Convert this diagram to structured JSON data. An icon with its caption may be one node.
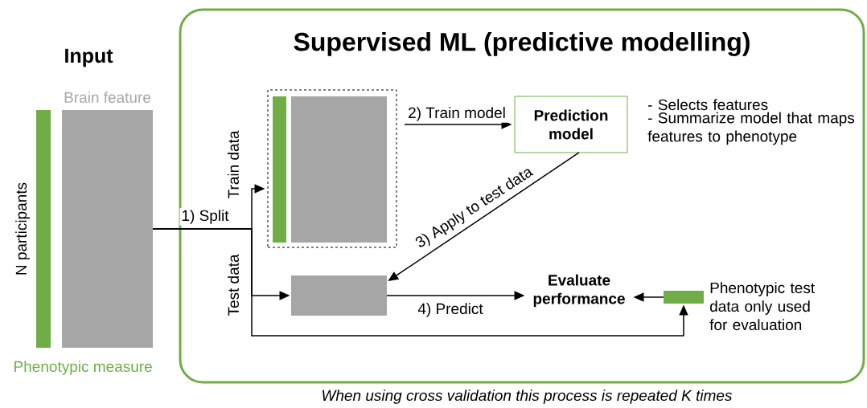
{
  "diagram": {
    "caption": "When using cross validation this process is repeated K times",
    "nodes": [
      {
        "text": [
          "Brain feature"
        ]
      },
      {
        "text": [
          "Phenotypic measure"
        ]
      },
      {
        "text": [
          "Supervised ML (predictive modelling)"
        ]
      },
      {
        "text": [],
        "shape": "box",
        "in": 2
      },
      {
        "text": [],
        "shape": "bar",
        "in": 3
      },
      {
        "text": [],
        "shape": "box",
        "in": 3
      },
      {
        "text": [
          "Prediction model"
        ],
        "in": 2,
        "beside": [
          "- Selects features",
          "- Summarize model that maps features to phenotype"
        ]
      },
      {
        "text": [],
        "shape": "box",
        "in": 2
      },
      {
        "text": [
          "Evaluate performance"
        ],
        "in": 2
      },
      {
        "text": [],
        "shape": "bar",
        "in": 2,
        "beside": [
          "Phenotypic test data only used for evaluation"
        ]
      }
    ],
    "edges": [
      {
        "from": 0,
        "to": 3,
        "arrow": "to",
        "label": "1) Split"
      },
      {
        "from": 0,
        "to": 7,
        "arrow": "to"
      },
      {
        "from": 0,
        "to": 9,
        "arrow": "to"
      },
      {
        "from": 3,
        "to": 6,
        "arrow": "to",
        "label": "2) Train model"
      },
      {
        "from": 6,
        "to": 7,
        "arrow": "to",
        "label": "3) Apply to test data"
      },
      {
        "from": 7,
        "to": 8,
        "arrow": "to",
        "label": "4) Predict"
      },
      {
        "from": 9,
        "to": 8,
        "arrow": "to"
      }
    ],
    "labels": [
      "Input",
      "N participants",
      "Train data",
      "Test data"
    ]
  }
}
